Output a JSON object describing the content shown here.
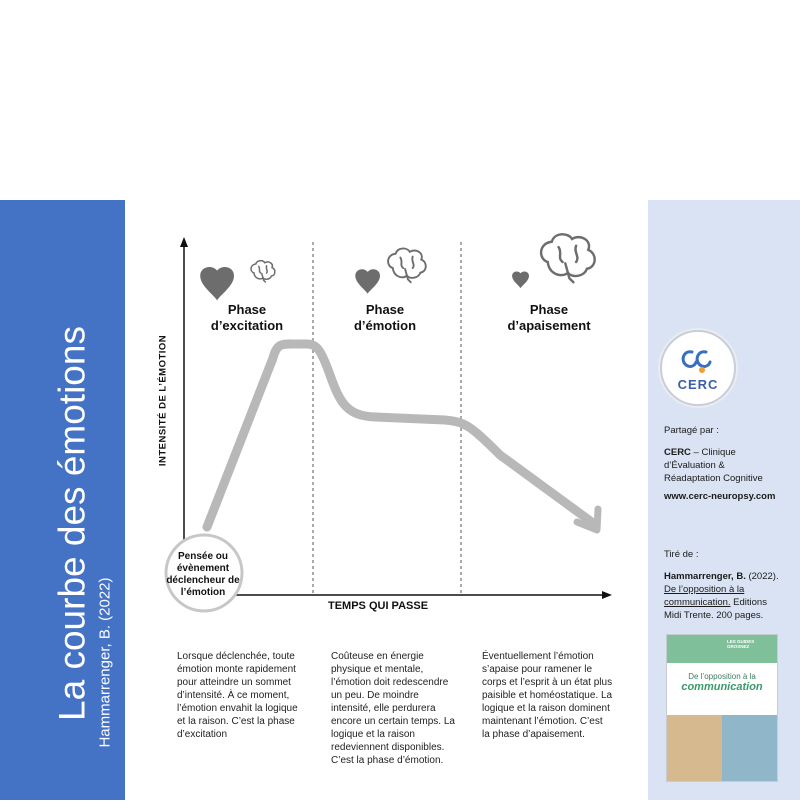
{
  "title": "La courbe des émotions",
  "subtitle": "Hammarrenger, B. (2022)",
  "diagram": {
    "y_axis_label": "INTENSITÉ DE L’ÉMOTION",
    "x_axis_label": "TEMPS QUI PASSE",
    "trigger_label": "Pensée ou évènement déclencheur de l’émotion",
    "phases": [
      {
        "title_line1": "Phase",
        "title_line2": "d’excitation",
        "description": [
          "Lorsque déclenchée, toute",
          "émotion monte rapidement",
          "pour atteindre un sommet",
          "d’intensité. À ce moment,",
          "l’émotion envahit la logique",
          "et la raison. C’est la phase",
          "d’excitation"
        ],
        "heart_icon": "heart-icon",
        "brain_icon": "brain-icon",
        "emotion_level": "high",
        "reason_level": "low"
      },
      {
        "title_line1": "Phase",
        "title_line2": "d’émotion",
        "description": [
          "Coûteuse en énergie",
          "physique et mentale,",
          "l’émotion doit redescendre",
          "un peu. De moindre",
          "intensité, elle perdurera",
          "encore un certain temps. La",
          "logique et la raison",
          "redeviennent disponibles.",
          "C’est la phase d’émotion."
        ],
        "heart_icon": "heart-icon",
        "brain_icon": "brain-icon",
        "emotion_level": "medium",
        "reason_level": "medium"
      },
      {
        "title_line1": "Phase",
        "title_line2": "d’apaisement",
        "description": [
          "Éventuellement l’émotion",
          "s’apaise pour ramener le",
          "corps et l’esprit à un état plus",
          "paisible et homéostatique. La",
          "logique et la raison dominent",
          "maintenant l’émotion. C’est",
          "la phase d’apaisement."
        ],
        "heart_icon": "heart-icon",
        "brain_icon": "brain-icon",
        "emotion_level": "low",
        "reason_level": "high"
      }
    ]
  },
  "sidebar": {
    "logo_text": "CERC",
    "shared_by_label": "Partagé par :",
    "org_name": "CERC",
    "org_desc_1": " – Clinique",
    "org_desc_2": "d’Évaluation &",
    "org_desc_3": "Réadaptation Cognitive",
    "website": "www.cerc-neuropsy.com",
    "source_label": "Tiré de :",
    "citation_author": "Hammarrenger, B.",
    "citation_year": " (2022).",
    "citation_title_1": "De l’opposition à la",
    "citation_title_2": "communication.",
    "citation_pub_1": " Editions",
    "citation_pub_2": "Midi Trente. 200 pages.",
    "book_series": "LES GUIDES GROSNEZ",
    "book_title_1": "De l’opposition à la",
    "book_title_2": "communication"
  },
  "colors": {
    "left_band": "#4472c4",
    "right_band": "#dae3f3",
    "curve": "#b8b8b8",
    "icons": "#6d6d6d"
  }
}
